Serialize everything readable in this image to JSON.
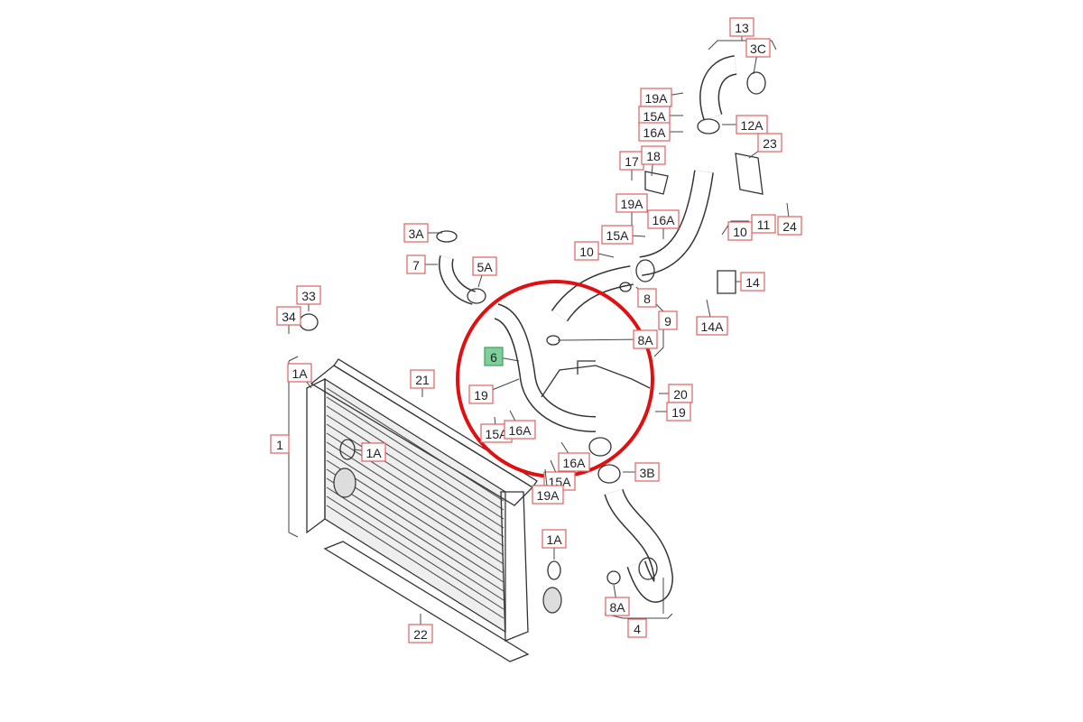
{
  "diagram": {
    "highlight_color": "#e01010",
    "label_border_color": "#e06060",
    "highlight_label_color": "#7fcf9a",
    "labels": [
      "13",
      "3C",
      "19A",
      "15A",
      "16A",
      "12A",
      "23",
      "17",
      "18",
      "19A",
      "16A",
      "15A",
      "11",
      "10",
      "24",
      "10",
      "3A",
      "7",
      "5A",
      "14",
      "8",
      "9",
      "8A",
      "14A",
      "33",
      "34",
      "1A",
      "21",
      "6",
      "19",
      "20",
      "19",
      "15A",
      "16A",
      "1",
      "1A",
      "16A",
      "15A",
      "19A",
      "3B",
      "1A",
      "8A",
      "4",
      "22"
    ],
    "highlighted_label": "6"
  }
}
